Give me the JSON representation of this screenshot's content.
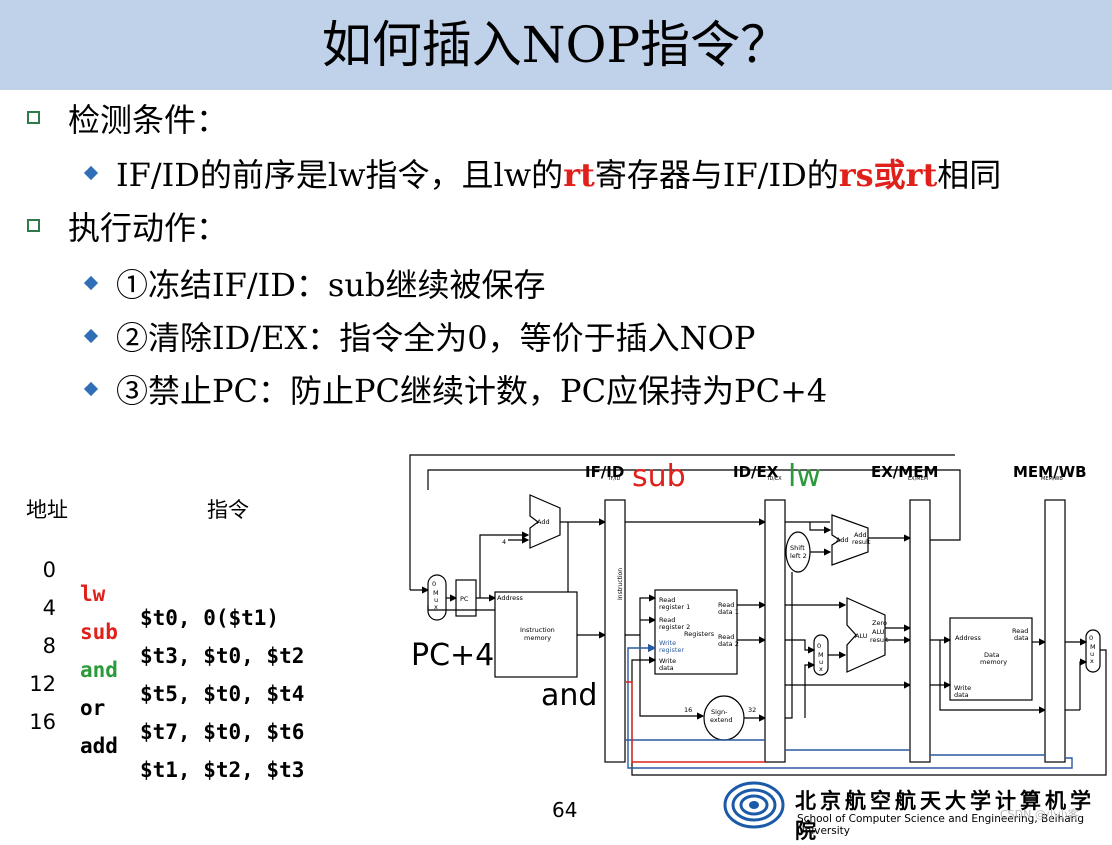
{
  "title": "如何插入NOP指令？",
  "bullets": {
    "b1": "检测条件：",
    "b1_sub": {
      "p1": "IF/ID的前序是lw指令，且lw的",
      "r1": "rt",
      "p2": "寄存器与IF/ID的",
      "r2": "rs或rt",
      "p3": "相同"
    },
    "b2": "执行动作：",
    "b2_subs": [
      "①冻结IF/ID：sub继续被保存",
      "②清除ID/EX：指令全为0，等价于插入NOP",
      "③禁止PC：防止PC继续计数，PC应保持为PC+4"
    ]
  },
  "table": {
    "head_addr": "地址",
    "head_instr": "指令",
    "rows": [
      {
        "addr": "0",
        "op": "lw",
        "args": "$t0, 0($t1)"
      },
      {
        "addr": "4",
        "op": "sub",
        "args": "$t3, $t0, $t2"
      },
      {
        "addr": "8",
        "op": "and",
        "args": "$t5, $t0, $t4"
      },
      {
        "addr": "12",
        "op": "or",
        "args": "$t7, $t0, $t6"
      },
      {
        "addr": "16",
        "op": "add",
        "args": "$t1, $t2, $t3"
      }
    ]
  },
  "diagram": {
    "stages": [
      "IF/ID",
      "ID/EX",
      "EX/MEM",
      "MEM/WB"
    ],
    "annot_sub": "sub",
    "annot_lw": "lw",
    "annot_pc4": "PC+4",
    "annot_and": "and",
    "colors": {
      "red": "#e0201b",
      "green": "#2a9a3a",
      "blue": "#2a5aa0"
    }
  },
  "footer": {
    "page": "64",
    "school_cn": "北京航空航天大学计算机学院",
    "school_en": "School of Computer Science and Engineering, Beihang University",
    "watermark": "CSDN @小小客"
  }
}
